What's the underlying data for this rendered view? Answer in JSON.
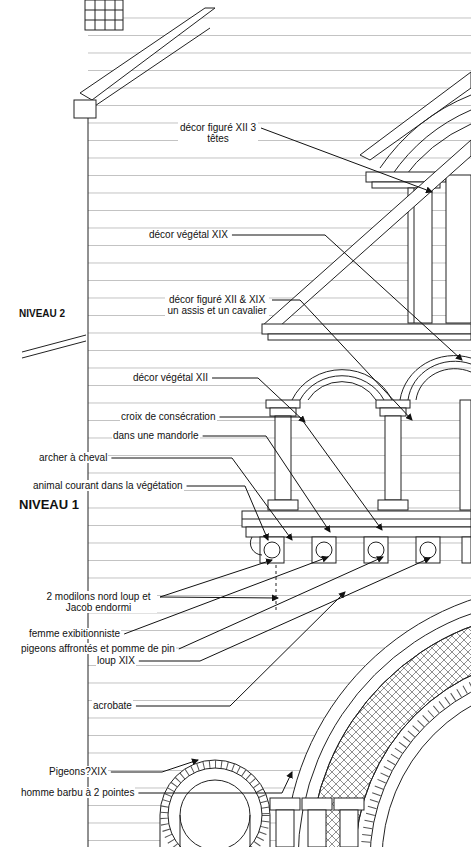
{
  "diagram": {
    "labels": [
      "décor figuré XII 3 têtes",
      "décor végétal XIX",
      "NIVEAU 2",
      "décor figuré XII & XIX un assis et un cavalier",
      "décor végétal XII",
      "croix de consécration",
      "dans une mandorle",
      "archer à cheval",
      "animal courant dans la végétation",
      "NIVEAU 1",
      "2 modilons nord loup et Jacob endormi",
      "femme exibitionniste",
      "pigeons affrontés et pomme de pin",
      "loup XIX",
      "acrobate",
      "Pigeons?XIX",
      "homme barbu à 2 pointes"
    ]
  }
}
